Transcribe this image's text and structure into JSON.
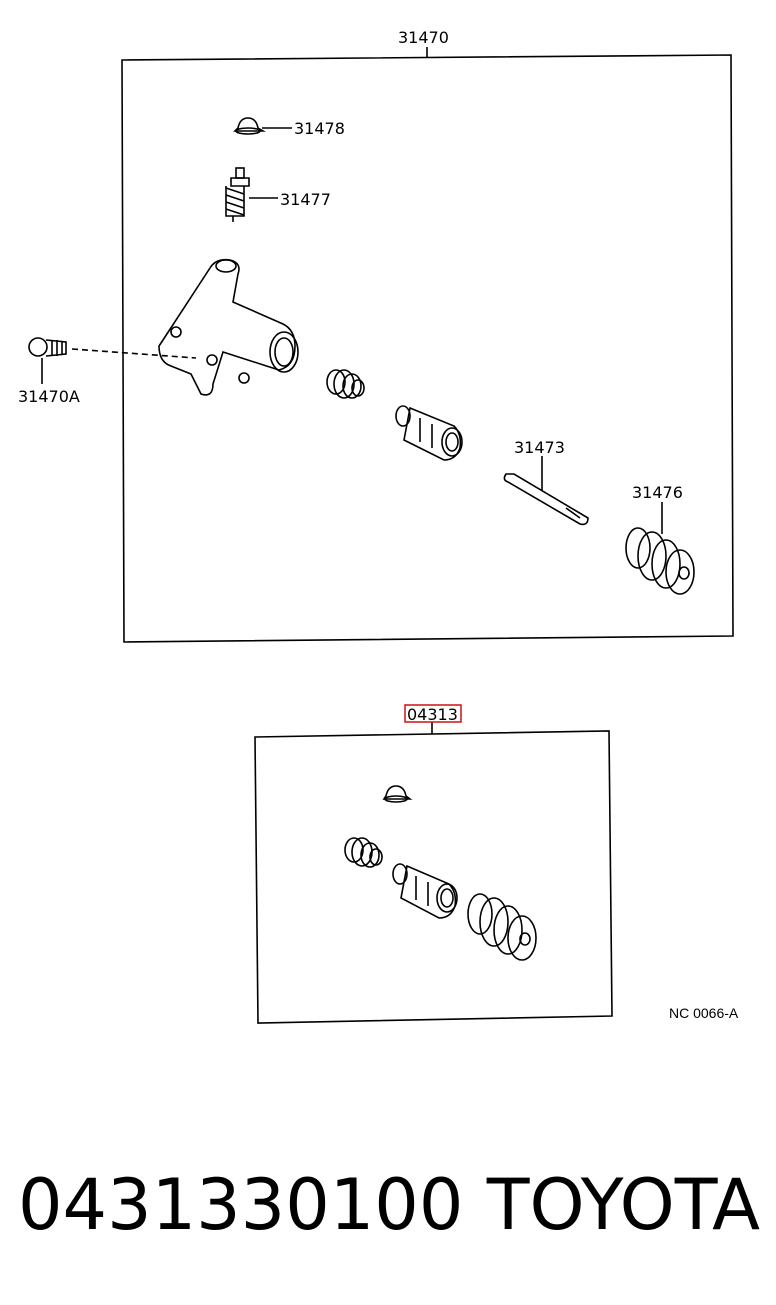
{
  "diagram": {
    "main_assembly_label": "31470",
    "parts": [
      {
        "id": "31478",
        "label": "31478"
      },
      {
        "id": "31477",
        "label": "31477"
      },
      {
        "id": "31470A",
        "label": "31470A"
      },
      {
        "id": "31473",
        "label": "31473"
      },
      {
        "id": "31476",
        "label": "31476"
      }
    ],
    "kit_label": "04313",
    "kit_highlight_color": "#d21f1f",
    "figure_code": "NC 0066-A"
  },
  "footer": {
    "part_number": "0431330100",
    "brand": "TOYOTA"
  }
}
